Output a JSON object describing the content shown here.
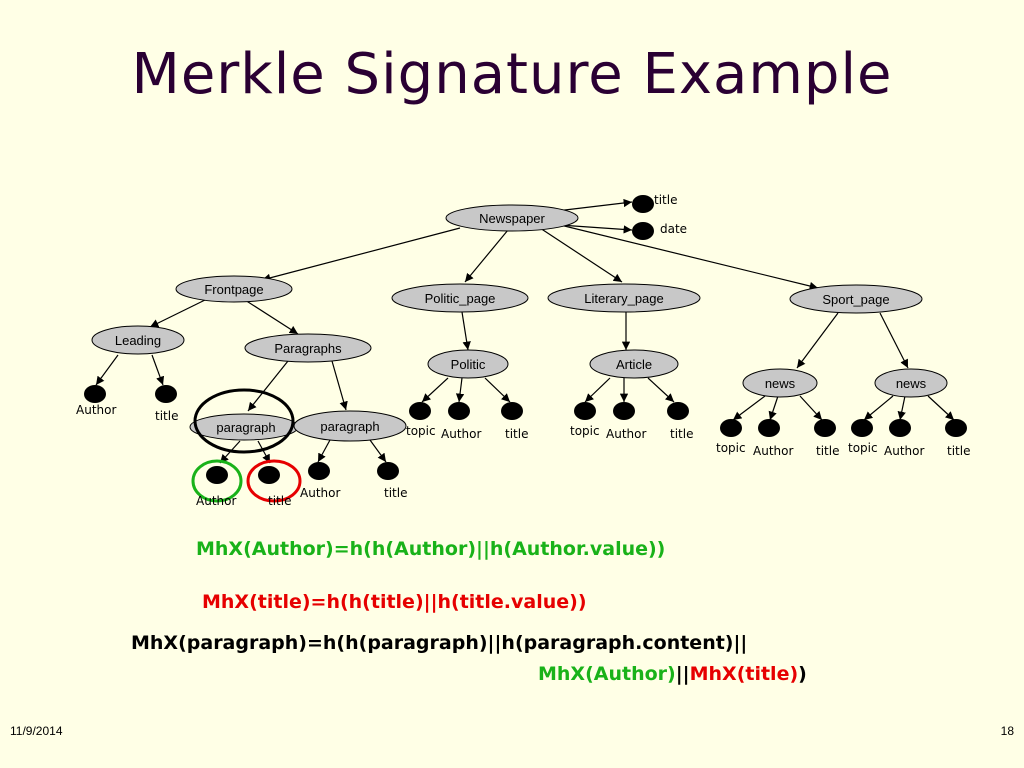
{
  "slide": {
    "title": "Merkle Signature Example",
    "date": "11/9/2014",
    "page": "18"
  },
  "tree": {
    "root": "Newspaper",
    "root_leaves": [
      "title",
      "date"
    ],
    "frontpage": "Frontpage",
    "leading": "Leading",
    "paragraphs": "Paragraphs",
    "paragraph": "paragraph",
    "politic_page": "Politic_page",
    "politic": "Politic",
    "literary_page": "Literary_page",
    "article": "Article",
    "sport_page": "Sport_page",
    "news": "news",
    "leaf_author": "Author",
    "leaf_title": "title",
    "leaf_topic": "topic"
  },
  "formulas": {
    "author": "MhX(Author)=h(h(Author)||h(Author.value))",
    "title": "MhX(title)=h(h(title)||h(title.value))",
    "paragraph_line1": "MhX(paragraph)=h(h(paragraph)||h(paragraph.content)||",
    "paragraph_line2_author": "MhX(Author)",
    "paragraph_line2_sep": "||",
    "paragraph_line2_title": "MhX(title)",
    "paragraph_line2_close": ")"
  },
  "colors": {
    "highlight_author": "#19b219",
    "highlight_title": "#e60000",
    "node_fill": "#c8c8c8"
  }
}
